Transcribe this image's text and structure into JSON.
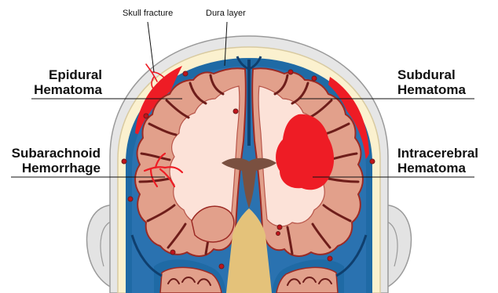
{
  "labels": {
    "skull_fracture": "Skull fracture",
    "dura_layer": "Dura layer",
    "epidural_line1": "Epidural",
    "epidural_line2": "Hematoma",
    "subdural_line1": "Subdural",
    "subdural_line2": "Hematoma",
    "subarachnoid_line1": "Subarachnoid",
    "subarachnoid_line2": "Hemorrhage",
    "intracerebral_line1": "Intracerebral",
    "intracerebral_line2": "Hematoma"
  },
  "colors": {
    "skin": "#e3e3e3",
    "skin_outline": "#9a9a9a",
    "skull": "#fbf1cf",
    "skull_outline": "#d8caa0",
    "dura": "#1f6aa5",
    "dura_dark": "#0f3f6e",
    "cortex": "#e2a08b",
    "cortex_outline": "#9c2a24",
    "white_matter": "#fce2d8",
    "blood": "#ee1c25",
    "sulci": "#6e1d1a",
    "ventricle": "#7a5040",
    "brainstem": "#e4c27a"
  }
}
